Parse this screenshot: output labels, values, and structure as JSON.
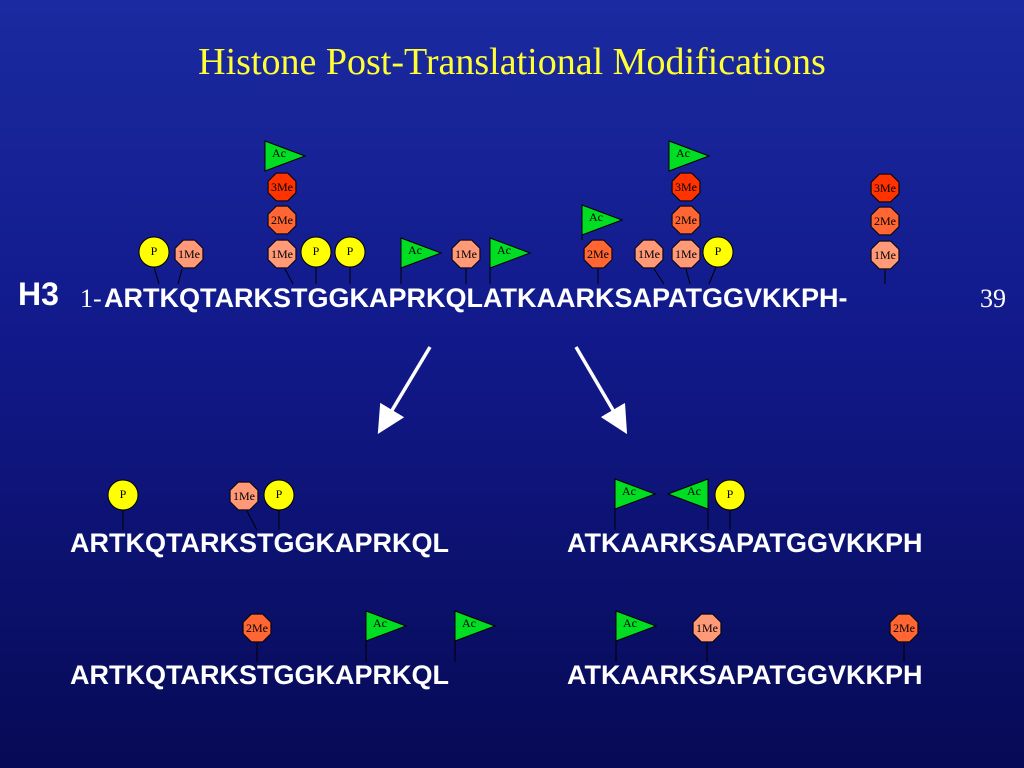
{
  "title": "Histone Post-Translational Modifications",
  "histone_label": "H3",
  "main_sequence": {
    "start_label": "1-",
    "sequence": "ARTKQTARKSTGGKAPRKQLATKAARKSAPATGGVKKPH-",
    "end_label": "39"
  },
  "fragments": [
    {
      "sequence": "ARTKQTARKSTGGKAPRKQL"
    },
    {
      "sequence": "ATKAARKSAPATGGVKKPH"
    },
    {
      "sequence": "ARTKQTARKSTGGKAPRKQL"
    },
    {
      "sequence": "ATKAARKSAPATGGVKKPH"
    }
  ],
  "modification_labels": {
    "phospho": "P",
    "acetyl": "Ac",
    "mono_methyl": "1Me",
    "di_methyl": "2Me",
    "tri_methyl": "3Me"
  },
  "colors": {
    "phospho": "#ffff00",
    "acetyl": "#00dd22",
    "mono_methyl": "#ff9977",
    "di_methyl": "#ff6633",
    "tri_methyl": "#ff3300",
    "title": "#ffff33"
  }
}
